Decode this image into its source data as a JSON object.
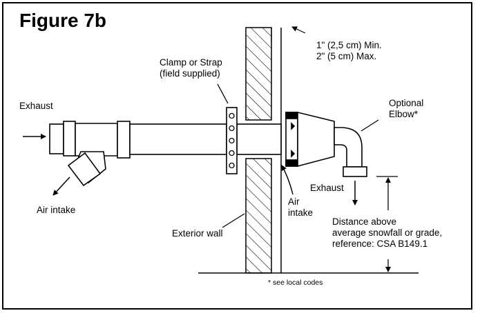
{
  "figure_title": "Figure 7b",
  "labels": {
    "clearance": "1\" (2,5 cm) Min.\n2\" (5 cm) Max.",
    "clamp": "Clamp or Strap\n(field supplied)",
    "exhaust_left": "Exhaust",
    "optional_elbow": "Optional\nElbow*",
    "air_intake_left": "Air intake",
    "exterior_wall": "Exterior wall",
    "air_intake_right": "Air\nintake",
    "exhaust_right": "Exhaust",
    "distance_note": "Distance above\naverage snowfall or grade,\nreference: CSA B149.1",
    "local_codes": "* see local codes"
  }
}
